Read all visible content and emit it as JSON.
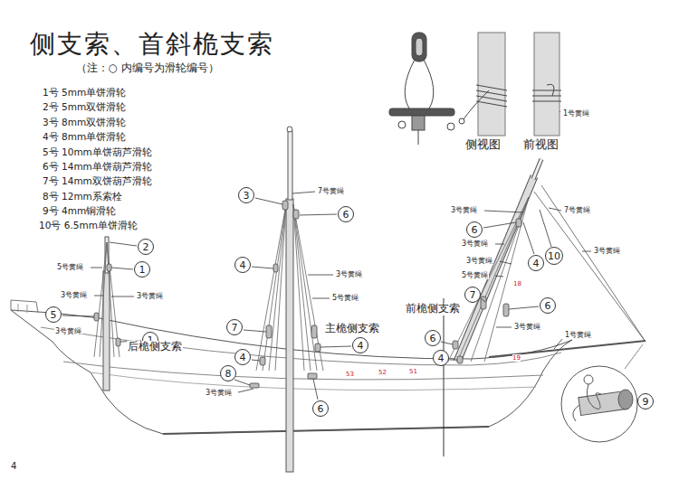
{
  "diagram": {
    "title": "侧支索、首斜桅支索",
    "nodes": [
      {
        "text": [
          "3"
        ]
      },
      {
        "text": [
          "6"
        ]
      },
      {
        "text": [
          "6"
        ]
      },
      {
        "text": [
          "2"
        ]
      },
      {
        "text": [
          "10"
        ]
      },
      {
        "text": [
          "4"
        ]
      },
      {
        "text": [
          "4"
        ]
      },
      {
        "text": [
          "1"
        ]
      },
      {
        "text": [
          "7"
        ]
      },
      {
        "text": [
          "6"
        ]
      },
      {
        "text": [
          "5"
        ]
      },
      {
        "text": [
          "7"
        ]
      },
      {
        "text": [
          "6"
        ]
      },
      {
        "text": [
          "1"
        ]
      },
      {
        "text": [
          "4"
        ]
      },
      {
        "text": [
          "4"
        ]
      },
      {
        "text": [
          "4"
        ]
      },
      {
        "text": [
          "8"
        ]
      },
      {
        "text": [
          "9"
        ]
      },
      {
        "text": [
          "6"
        ]
      }
    ],
    "labels": [
      "（注：○ 内编号为滑轮编号）",
      "1号 5mm单饼滑轮",
      "2号 5mm双饼滑轮",
      "3号 8mm双饼滑轮",
      "4号 8mm单饼滑轮",
      "5号 10mm单饼葫芦滑轮",
      "6号 14mm单饼葫芦滑轮",
      "7号 14mm双饼葫芦滑轮",
      "8号 12mm系索栓",
      "9号 4mm铜滑轮",
      "10号 6.5mm单饼滑轮",
      "侧视图",
      "前视图",
      "1号黄绳",
      "5号黄绳",
      "3号黄绳",
      "3号黄绳",
      "3号黄绳",
      "后桅侧支索",
      "7号黄绳",
      "3号黄绳",
      "5号黄绳",
      "主桅侧支索",
      "3号黄绳",
      "3号黄绳",
      "7号黄绳",
      "3号黄绳",
      "3号黄绳",
      "5号黄绳",
      "3号黄绳",
      "前桅侧支索",
      "3号黄绳",
      "1号黄绳",
      "18",
      "19",
      "53",
      "52",
      "51",
      "4"
    ]
  }
}
